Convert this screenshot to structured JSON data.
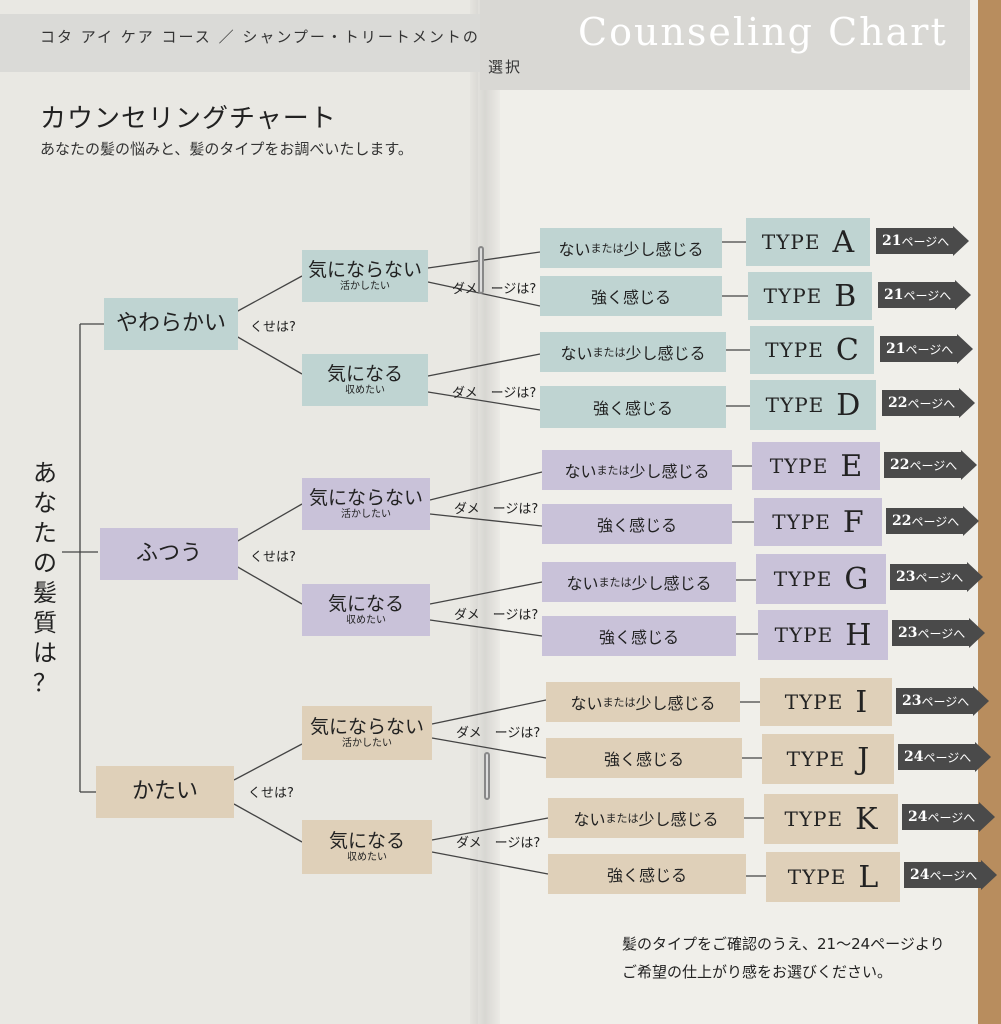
{
  "header": {
    "course": "コタ アイ ケア コース ／ シャンプー・トリートメントの",
    "course_end": "選択",
    "brand": "Counseling Chart"
  },
  "title": "カウンセリングチャート",
  "subtitle": "あなたの髪の悩みと、髪のタイプをお調べいたします。",
  "question": [
    "あ",
    "な",
    "た",
    "の",
    "髪",
    "質",
    "は",
    "？"
  ],
  "q2_label": "くせは?",
  "q3_label": "ダメ　ージは?",
  "hair_types": [
    {
      "label": "やわらかい"
    },
    {
      "label": "ふつう"
    },
    {
      "label": "かたい"
    }
  ],
  "curl": [
    {
      "main": "気にならない",
      "sub": "活かしたい"
    },
    {
      "main": "気になる",
      "sub": "収めたい"
    },
    {
      "main": "気にならない",
      "sub": "活かしたい"
    },
    {
      "main": "気になる",
      "sub": "収めたい"
    },
    {
      "main": "気にならない",
      "sub": "活かしたい"
    },
    {
      "main": "気になる",
      "sub": "収めたい"
    }
  ],
  "cond_none_a": "ない",
  "cond_none_b": "または",
  "cond_none_c": "少し感じる",
  "cond_strong": "強く感じる",
  "type_word": "TYPE",
  "page_suffix": "ページへ",
  "types": [
    {
      "letter": "A",
      "page": "21"
    },
    {
      "letter": "B",
      "page": "21"
    },
    {
      "letter": "C",
      "page": "21"
    },
    {
      "letter": "D",
      "page": "22"
    },
    {
      "letter": "E",
      "page": "22"
    },
    {
      "letter": "F",
      "page": "22"
    },
    {
      "letter": "G",
      "page": "23"
    },
    {
      "letter": "H",
      "page": "23"
    },
    {
      "letter": "I",
      "page": "23"
    },
    {
      "letter": "J",
      "page": "24"
    },
    {
      "letter": "K",
      "page": "24"
    },
    {
      "letter": "L",
      "page": "24"
    }
  ],
  "footer": {
    "line1": "髪のタイプをご確認のうえ、21～24ページより",
    "line2": "ご希望の仕上がり感をお選びください。"
  },
  "colors": {
    "teal": "#bfd4d2",
    "lavender": "#c9c2d9",
    "tan": "#dfd0b9",
    "arrow": "#4a4a4a"
  }
}
